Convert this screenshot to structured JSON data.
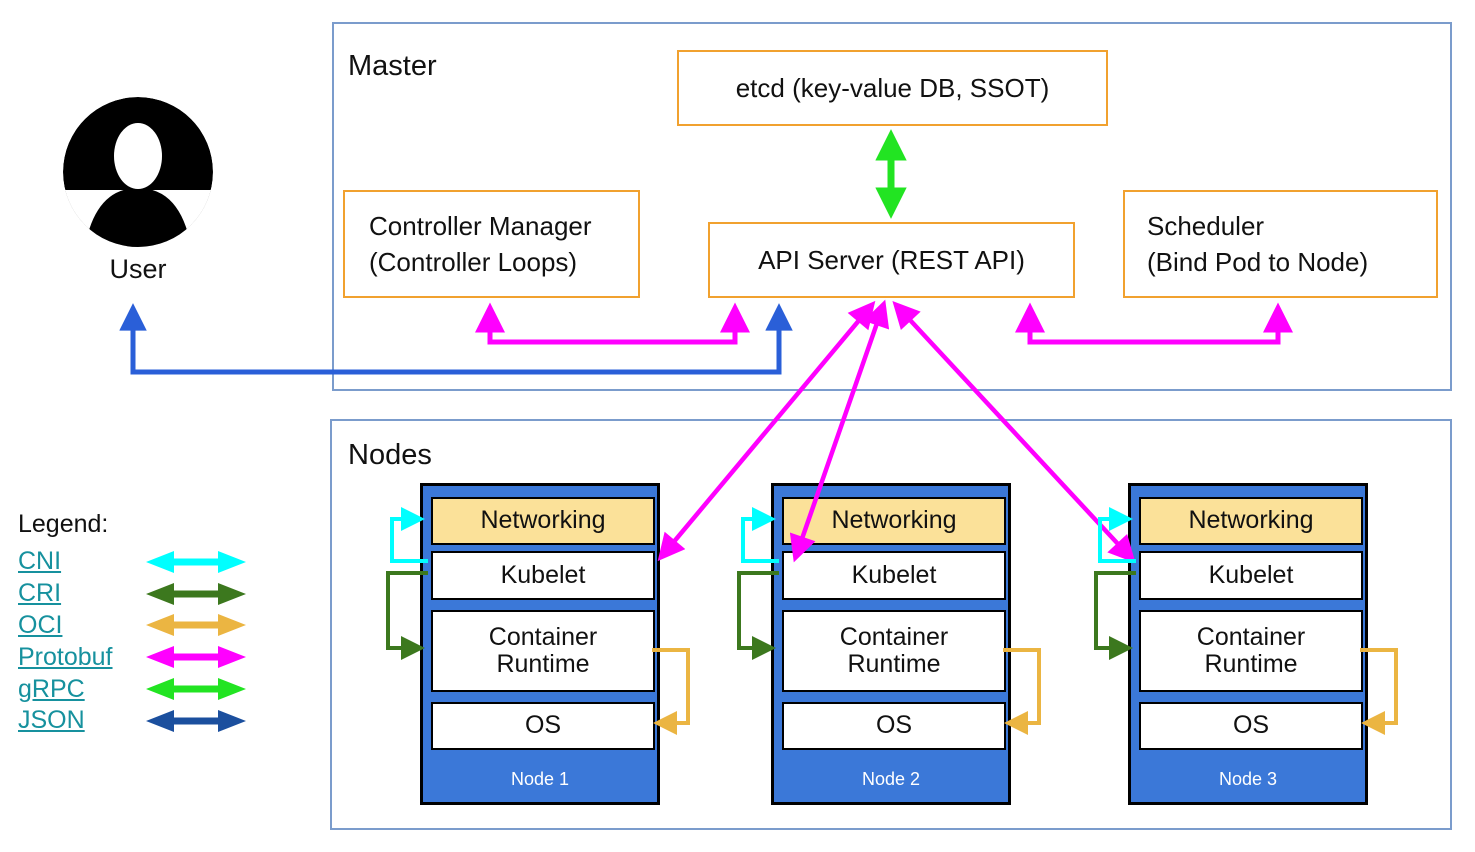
{
  "colors": {
    "frame_border": "#7B9CCC",
    "component_border": "#F1A12F",
    "node_fill": "#3B78D8",
    "networking_fill": "#FBE199",
    "cni": "#00FFFF",
    "cri": "#3C781E",
    "oci": "#EBB542",
    "protobuf": "#FF00FF",
    "grpc": "#22E422",
    "json": "#1B4F9E",
    "user_line": "#2A5FD8",
    "legend_link": "#16919E"
  },
  "user": {
    "label": "User"
  },
  "master": {
    "title": "Master",
    "etcd": "etcd (key-value DB, SSOT)",
    "api_server": "API Server (REST API)",
    "controller_manager": {
      "line1": "Controller Manager",
      "line2": "(Controller Loops)"
    },
    "scheduler": {
      "line1": "Scheduler",
      "line2": "(Bind Pod to Node)"
    }
  },
  "nodes_section": {
    "title": "Nodes",
    "nodes": [
      {
        "name": "Node 1",
        "layers": {
          "networking": "Networking",
          "kubelet": "Kubelet",
          "runtime": "Container Runtime",
          "os": "OS"
        }
      },
      {
        "name": "Node 2",
        "layers": {
          "networking": "Networking",
          "kubelet": "Kubelet",
          "runtime": "Container Runtime",
          "os": "OS"
        }
      },
      {
        "name": "Node 3",
        "layers": {
          "networking": "Networking",
          "kubelet": "Kubelet",
          "runtime": "Container Runtime",
          "os": "OS"
        }
      }
    ]
  },
  "legend": {
    "title": "Legend:",
    "items": [
      {
        "label": "CNI",
        "color": "#00FFFF"
      },
      {
        "label": "CRI",
        "color": "#3C781E"
      },
      {
        "label": "OCI",
        "color": "#EBB542"
      },
      {
        "label": "Protobuf",
        "color": "#FF00FF"
      },
      {
        "label": "gRPC",
        "color": "#22E422"
      },
      {
        "label": "JSON",
        "color": "#1B4F9E"
      }
    ]
  }
}
